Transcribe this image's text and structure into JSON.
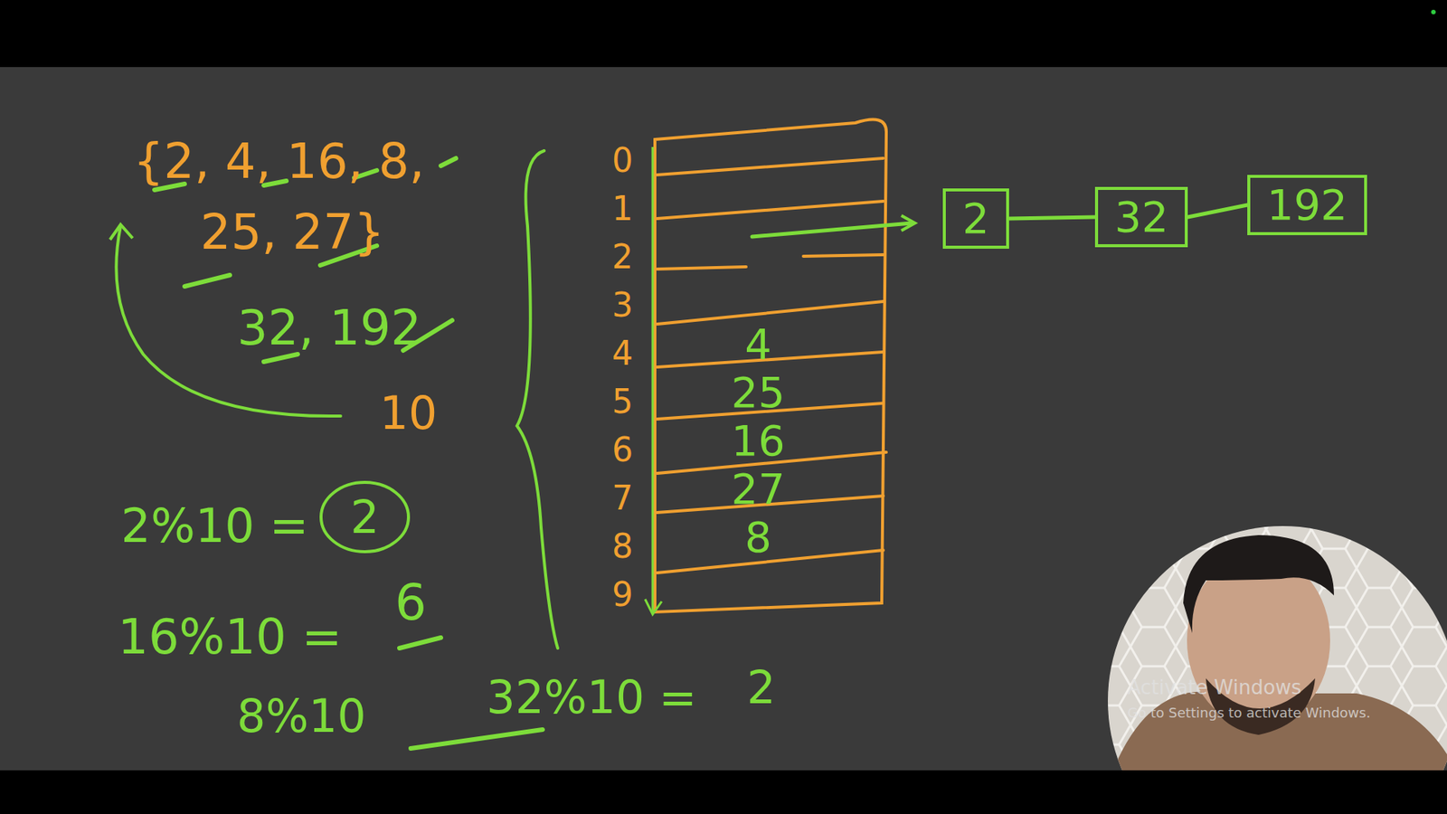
{
  "diagram": {
    "nodes": [
      {
        "text": [
          "2"
        ]
      },
      {
        "text": [
          "32"
        ]
      },
      {
        "text": [
          "192"
        ]
      }
    ],
    "edges": [
      {
        "from": 0,
        "to": 1,
        "arrow": "none"
      },
      {
        "from": 1,
        "to": 2,
        "arrow": "none"
      }
    ],
    "labels": [
      "{2, 4, 16, 8,",
      "25, 27}",
      "32, 192",
      "10",
      "2%10 =",
      "2",
      "16%10 =",
      "6",
      "8%10",
      "32%10 =",
      "2",
      "0",
      "1",
      "2",
      "3",
      "4",
      "5",
      "6",
      "7",
      "8",
      "9",
      "4",
      "25",
      "16",
      "27",
      "8",
      "Activate Windows",
      "Go to Settings to activate Windows."
    ]
  }
}
